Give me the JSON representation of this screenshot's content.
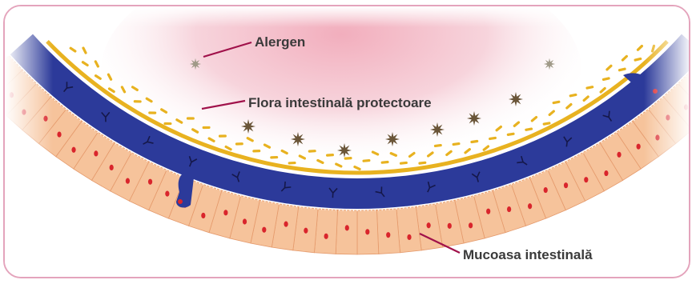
{
  "labels": {
    "allergen": "Alergen",
    "flora": "Flora intestinală protectoare",
    "mucosa": "Mucoasa intestinală"
  },
  "colors": {
    "frame": "#e4a4bc",
    "cell": "#f6c39b",
    "cell_border": "#e59a6c",
    "nucleus": "#d9252c",
    "mucus": "#2c3a9a",
    "flora": "#e8b220",
    "lumen": "#f1b9c4",
    "pointer": "#a0114a",
    "allergen": "#6a5538"
  },
  "icons": [
    "allergen-particle-icon",
    "antibody-icon",
    "bacteria-icon",
    "epithelial-cell-icon"
  ]
}
